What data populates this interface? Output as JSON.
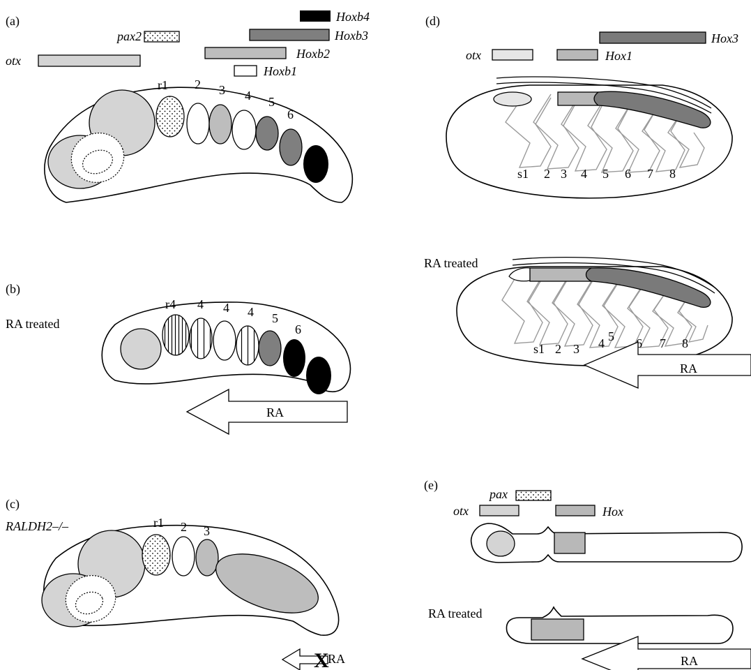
{
  "colors": {
    "otx": "#d4d4d4",
    "hox1": "#b8b8b8",
    "hoxb2": "#bdbdbd",
    "hoxb3": "#7f7f7f",
    "hoxb4": "#000000",
    "hoxb1": "#ffffff",
    "hox3": "#7a7a7a"
  },
  "panel_a": {
    "label": "(a)",
    "genes": [
      "Hoxb4",
      "Hoxb3",
      "Hoxb2",
      "Hoxb1",
      "pax2",
      "otx"
    ],
    "rhombomeres": [
      "r1",
      "2",
      "3",
      "4",
      "5",
      "6"
    ]
  },
  "panel_b": {
    "label": "(b)",
    "condition": "RA treated",
    "rhombomeres": [
      "r4",
      "4",
      "4",
      "4",
      "5",
      "6"
    ],
    "arrow": "RA"
  },
  "panel_c": {
    "label": "(c)",
    "condition": "RALDH2–/–",
    "rhombomeres": [
      "r1",
      "2",
      "3"
    ],
    "arrow": "RA"
  },
  "panel_d": {
    "label": "(d)",
    "genes": [
      "Hox3",
      "otx",
      "Hox1"
    ],
    "somites": [
      "s1",
      "2",
      "3",
      "4",
      "5",
      "6",
      "7",
      "8"
    ],
    "condition": "RA treated",
    "somites_treated": [
      "s1",
      "2",
      "3",
      "4",
      "5",
      "6",
      "7",
      "8"
    ],
    "arrow": "RA"
  },
  "panel_e": {
    "label": "(e)",
    "genes": [
      "pax",
      "otx",
      "Hox"
    ],
    "condition": "RA treated",
    "arrow": "RA"
  }
}
